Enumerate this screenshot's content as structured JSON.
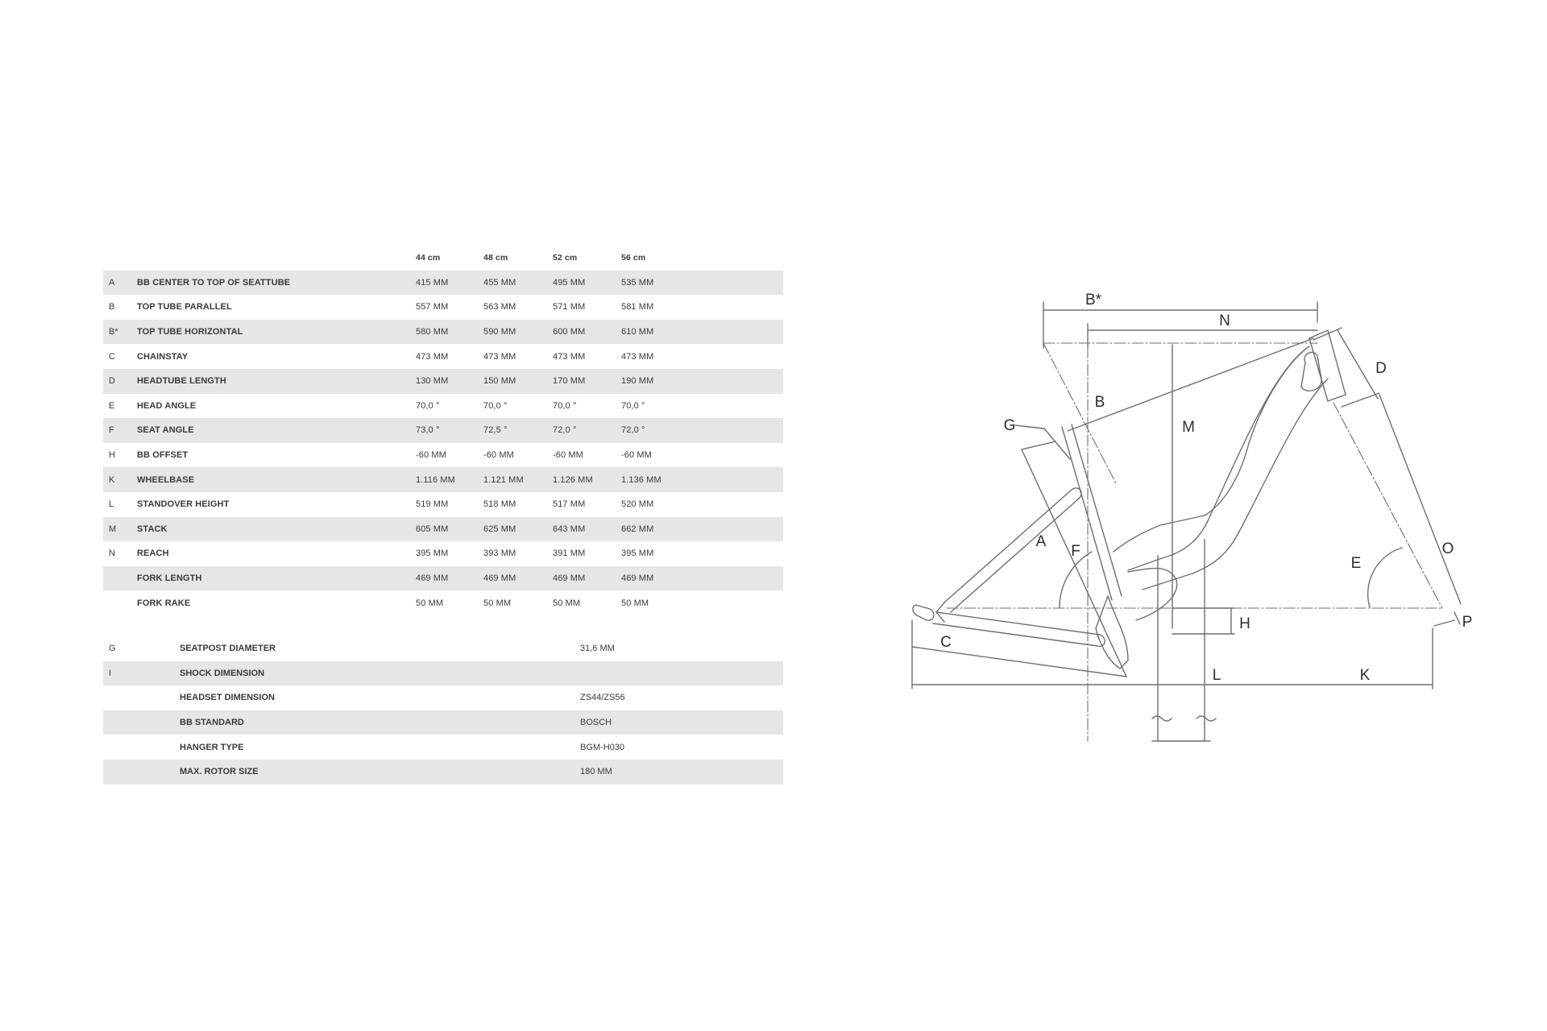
{
  "geometry": {
    "sizes": [
      "44 cm",
      "48 cm",
      "52 cm",
      "56 cm"
    ],
    "rows": [
      {
        "code": "A",
        "label": "BB CENTER TO TOP OF SEATTUBE",
        "values": [
          "415 MM",
          "455 MM",
          "495 MM",
          "535 MM"
        ]
      },
      {
        "code": "B",
        "label": "TOP TUBE PARALLEL",
        "values": [
          "557 MM",
          "563 MM",
          "571 MM",
          "581 MM"
        ]
      },
      {
        "code": "B*",
        "label": "TOP TUBE HORIZONTAL",
        "values": [
          "580 MM",
          "590 MM",
          "600 MM",
          "610 MM"
        ]
      },
      {
        "code": "C",
        "label": "CHAINSTAY",
        "values": [
          "473 MM",
          "473 MM",
          "473 MM",
          "473 MM"
        ]
      },
      {
        "code": "D",
        "label": "HEADTUBE LENGTH",
        "values": [
          "130 MM",
          "150 MM",
          "170 MM",
          "190 MM"
        ]
      },
      {
        "code": "E",
        "label": "HEAD ANGLE",
        "values": [
          "70,0 °",
          "70,0 °",
          "70,0 °",
          "70,0 °"
        ]
      },
      {
        "code": "F",
        "label": "SEAT ANGLE",
        "values": [
          "73,0 °",
          "72,5 °",
          "72,0 °",
          "72,0 °"
        ]
      },
      {
        "code": "H",
        "label": "BB OFFSET",
        "values": [
          "-60 MM",
          "-60 MM",
          "-60 MM",
          "-60 MM"
        ]
      },
      {
        "code": "K",
        "label": "WHEELBASE",
        "values": [
          "1.116 MM",
          "1.121 MM",
          "1.126 MM",
          "1.136 MM"
        ]
      },
      {
        "code": "L",
        "label": "STANDOVER HEIGHT",
        "values": [
          "519 MM",
          "518 MM",
          "517 MM",
          "520 MM"
        ]
      },
      {
        "code": "M",
        "label": "STACK",
        "values": [
          "605 MM",
          "625 MM",
          "643 MM",
          "662 MM"
        ]
      },
      {
        "code": "N",
        "label": "REACH",
        "values": [
          "395 MM",
          "393 MM",
          "391 MM",
          "395 MM"
        ]
      },
      {
        "code": "",
        "label": "FORK LENGTH",
        "values": [
          "469 MM",
          "469 MM",
          "469 MM",
          "469 MM"
        ]
      },
      {
        "code": "",
        "label": "FORK RAKE",
        "values": [
          "50 MM",
          "50 MM",
          "50 MM",
          "50 MM"
        ]
      }
    ]
  },
  "specs": {
    "rows": [
      {
        "code": "G",
        "label": "SEATPOST DIAMETER",
        "value": "31,6 MM"
      },
      {
        "code": "I",
        "label": "SHOCK DIMENSION",
        "value": ""
      },
      {
        "code": "",
        "label": "HEADSET DIMENSION",
        "value": "ZS44/ZS56"
      },
      {
        "code": "",
        "label": "BB STANDARD",
        "value": "BOSCH"
      },
      {
        "code": "",
        "label": "HANGER TYPE",
        "value": "BGM-H030"
      },
      {
        "code": "",
        "label": "MAX. ROTOR SIZE",
        "value": "180 MM"
      }
    ]
  },
  "diagram": {
    "labels": [
      "B*",
      "N",
      "B",
      "D",
      "G",
      "M",
      "A",
      "F",
      "E",
      "O",
      "C",
      "H",
      "P",
      "L",
      "K"
    ],
    "colors": {
      "line": "#6e6e6e",
      "text": "#2e2e2e"
    }
  }
}
